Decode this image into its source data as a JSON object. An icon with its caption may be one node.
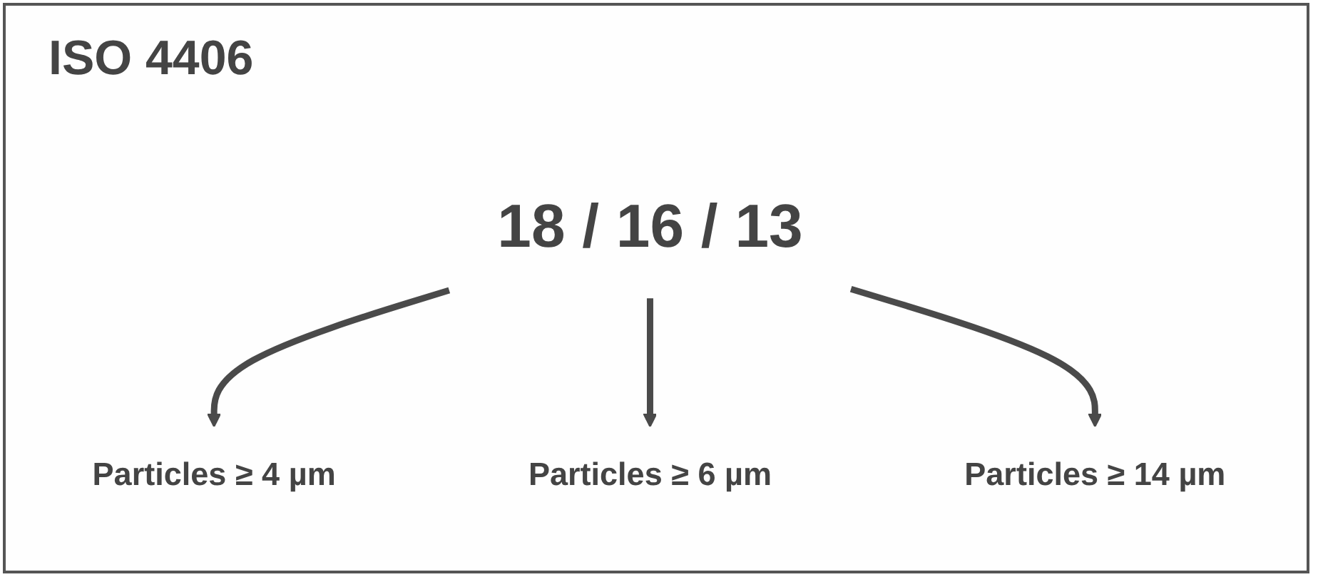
{
  "diagram": {
    "title": "ISO 4406",
    "nodes": [
      {
        "text": [
          "18 / 16 / 13"
        ]
      },
      {
        "text": [
          "Particles ≥ 4 µm"
        ]
      },
      {
        "text": [
          "Particles ≥ 6 µm"
        ]
      },
      {
        "text": [
          "Particles ≥ 14 µm"
        ]
      }
    ],
    "edges": [
      {
        "from": 0,
        "to": 1,
        "arrow": "to"
      },
      {
        "from": 0,
        "to": 2,
        "arrow": "to"
      },
      {
        "from": 0,
        "to": 3,
        "arrow": "to"
      }
    ]
  }
}
